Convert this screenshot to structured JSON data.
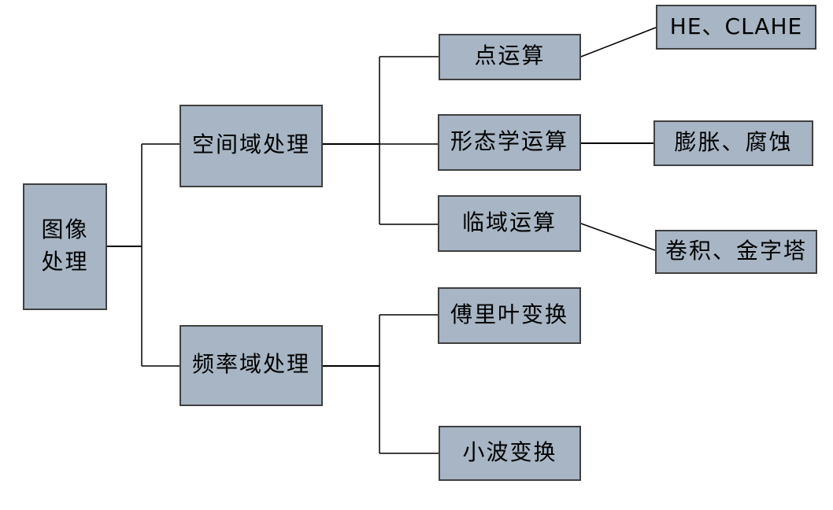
{
  "diagram": {
    "type": "tree",
    "background": "#ffffff",
    "node_fill": "#a7b5c4",
    "node_border": "#404040",
    "connector_color": "#000000",
    "nodes": {
      "root": {
        "label": "图像\n处理"
      },
      "spatial": {
        "label": "空间域处理"
      },
      "frequency": {
        "label": "频率域处理"
      },
      "point_op": {
        "label": "点运算"
      },
      "morphology_op": {
        "label": "形态学运算"
      },
      "neighborhood_op": {
        "label": "临域运算"
      },
      "fourier": {
        "label": "傅里叶变换"
      },
      "wavelet": {
        "label": "小波变换"
      },
      "he_clahe": {
        "label": "HE、CLAHE"
      },
      "dilation_erosion": {
        "label": "膨胀、腐蚀"
      },
      "convolution_pyramid": {
        "label": "卷积、金字塔"
      }
    },
    "edges": [
      {
        "from": "图像处理",
        "to": "空间域处理"
      },
      {
        "from": "图像处理",
        "to": "频率域处理"
      },
      {
        "from": "空间域处理",
        "to": "点运算"
      },
      {
        "from": "空间域处理",
        "to": "形态学运算"
      },
      {
        "from": "空间域处理",
        "to": "临域运算"
      },
      {
        "from": "点运算",
        "to": "HE、CLAHE"
      },
      {
        "from": "形态学运算",
        "to": "膨胀、腐蚀"
      },
      {
        "from": "临域运算",
        "to": "卷积、金字塔"
      },
      {
        "from": "频率域处理",
        "to": "傅里叶变换"
      },
      {
        "from": "频率域处理",
        "to": "小波变换"
      }
    ]
  }
}
